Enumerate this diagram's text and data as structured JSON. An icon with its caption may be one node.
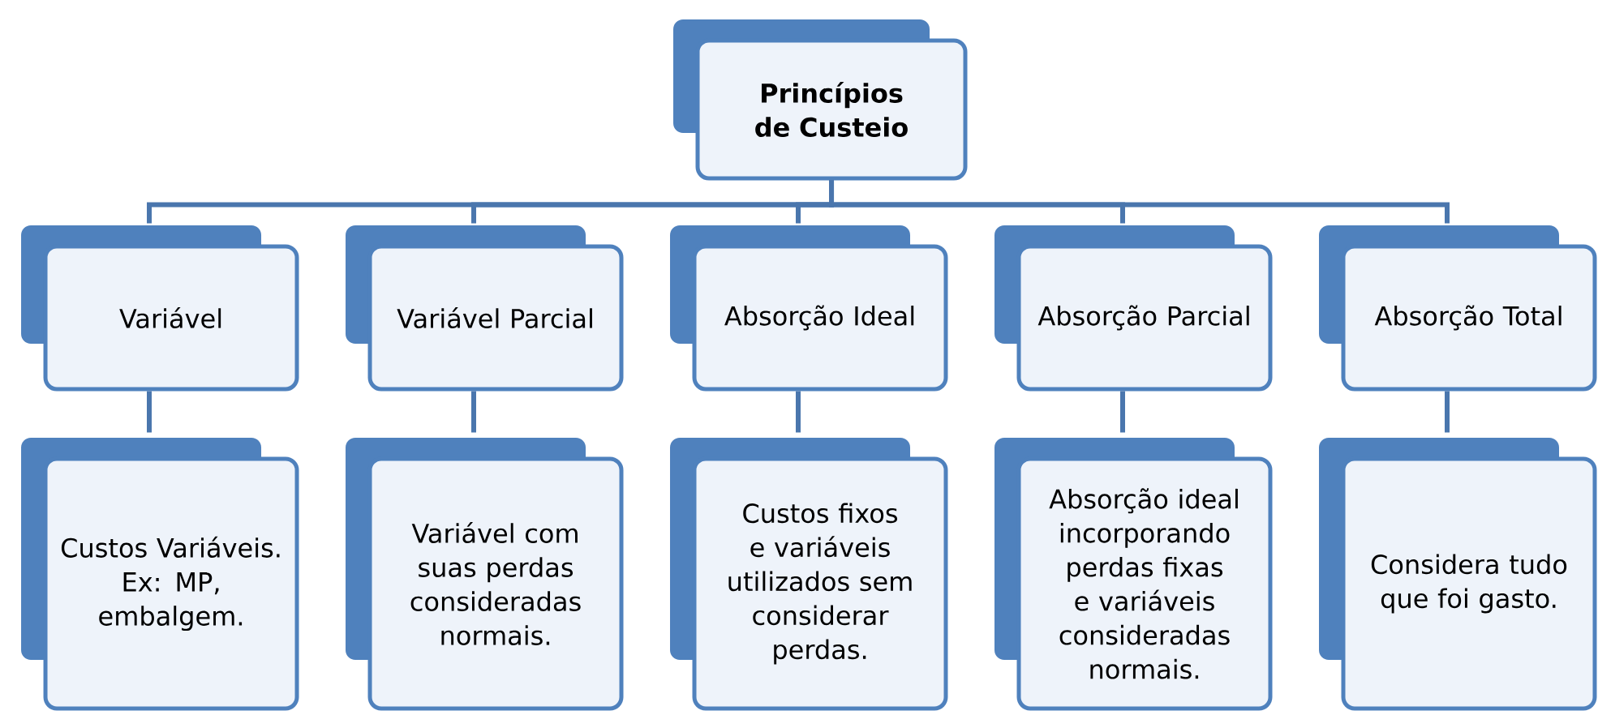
{
  "diagram": {
    "nodes": [
      {
        "text": [
          "Princípios de Custeio"
        ]
      },
      {
        "text": [
          "Variável"
        ]
      },
      {
        "text": [
          "Variável Parcial"
        ]
      },
      {
        "text": [
          "Absorção Ideal"
        ]
      },
      {
        "text": [
          "Absorção Parcial"
        ]
      },
      {
        "text": [
          "Absorção Total"
        ]
      },
      {
        "text": [
          "Custos Variáveis. Ex: MP, embalgem."
        ]
      },
      {
        "text": [
          "Variável com suas perdas consideradas normais."
        ]
      },
      {
        "text": [
          "Custos fixos e variáveis utilizados sem considerar perdas."
        ]
      },
      {
        "text": [
          "Absorção ideal incorporando perdas fixas e variáveis consideradas normais."
        ]
      },
      {
        "text": [
          "Considera tudo que foi gasto."
        ]
      }
    ],
    "edges": [
      {
        "from": 0,
        "to": 1,
        "arrow": "none"
      },
      {
        "from": 0,
        "to": 2,
        "arrow": "none"
      },
      {
        "from": 0,
        "to": 3,
        "arrow": "none"
      },
      {
        "from": 0,
        "to": 4,
        "arrow": "none"
      },
      {
        "from": 0,
        "to": 5,
        "arrow": "none"
      },
      {
        "from": 1,
        "to": 6,
        "arrow": "none"
      },
      {
        "from": 2,
        "to": 7,
        "arrow": "none"
      },
      {
        "from": 3,
        "to": 8,
        "arrow": "none"
      },
      {
        "from": 4,
        "to": 9,
        "arrow": "none"
      },
      {
        "from": 5,
        "to": 10,
        "arrow": "none"
      }
    ]
  }
}
